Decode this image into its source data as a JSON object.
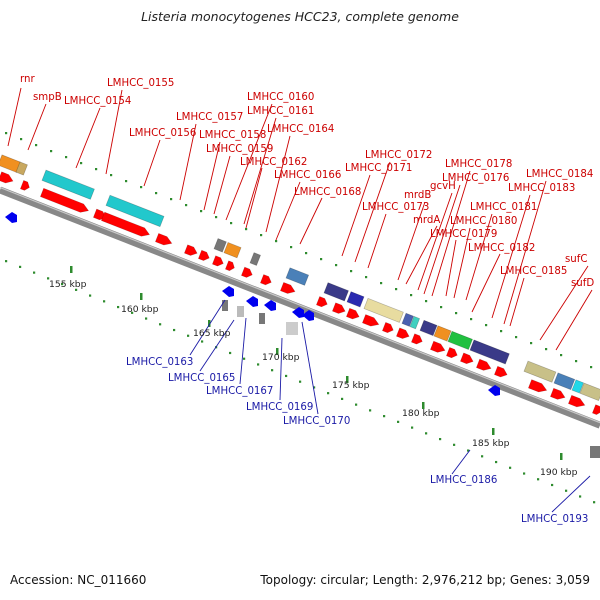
{
  "title": "Listeria monocytogenes HCC23, complete genome",
  "footer": {
    "accession": "Accession: NC_011660",
    "summary": "Topology: circular; Length: 2,976,212 bp; Genes: 3,059"
  },
  "scale_labels": [
    "155 kbp",
    "160 kbp",
    "165 kbp",
    "170 kbp",
    "175 kbp",
    "180 kbp",
    "185 kbp",
    "190 kbp"
  ],
  "forward_gene_labels": [
    "rnr",
    "smpB",
    "LMHCC_0154",
    "LMHCC_0155",
    "LMHCC_0156",
    "LMHCC_0157",
    "LMHCC_0158",
    "LMHCC_0159",
    "LMHCC_0160",
    "LMHCC_0161",
    "LMHCC_0162",
    "LMHCC_0164",
    "LMHCC_0166",
    "LMHCC_0168",
    "LMHCC_0171",
    "LMHCC_0172",
    "LMHCC_0173",
    "mrdB",
    "mrdA",
    "gcvH",
    "LMHCC_0176",
    "LMHCC_0178",
    "LMHCC_0179",
    "LMHCC_0180",
    "LMHCC_0181",
    "LMHCC_0182",
    "LMHCC_0183",
    "LMHCC_0184",
    "LMHCC_0185",
    "sufC",
    "sufD"
  ],
  "reverse_gene_labels": [
    "LMHCC_0163",
    "LMHCC_0165",
    "LMHCC_0167",
    "LMHCC_0169",
    "LMHCC_0170",
    "LMHCC_0186",
    "LMHCC_0193"
  ],
  "colors": {
    "forward_label": "#cc0000",
    "reverse_label": "#1a1aa6",
    "cds_forward": "#ff0000",
    "cds_reverse": "#0000ee",
    "backbone": "#888888",
    "tick": "#2e8b2e"
  }
}
